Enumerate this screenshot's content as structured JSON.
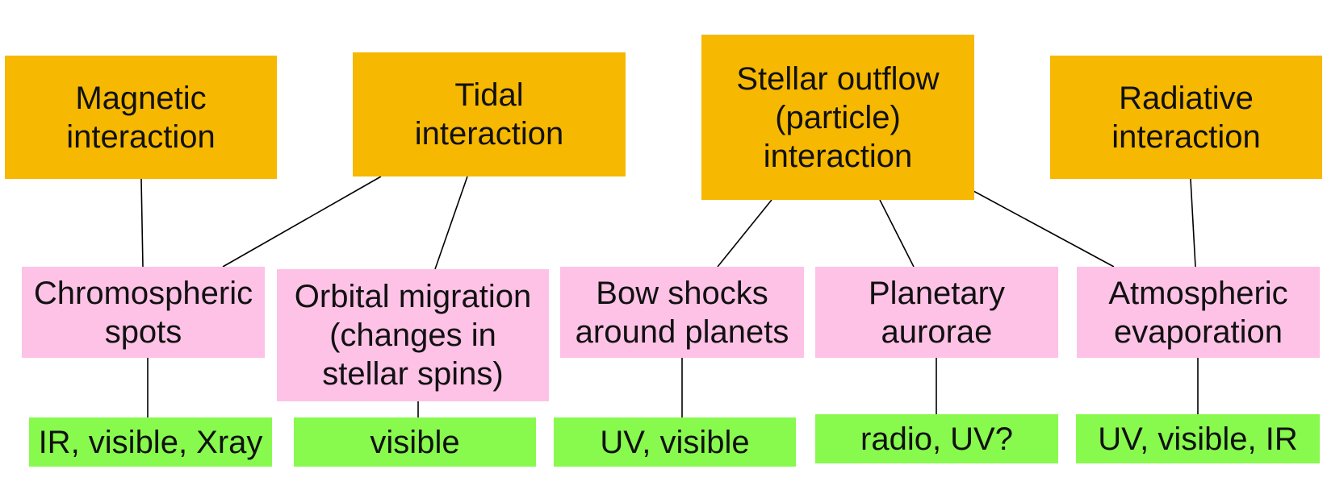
{
  "colors": {
    "top_fill": "#f6b800",
    "middle_fill": "#fec2e6",
    "bottom_fill": "#88fa4e",
    "connector": "#000000",
    "text": "#111111"
  },
  "interactions": [
    {
      "label": "Magnetic\ninteraction"
    },
    {
      "label": "Tidal\ninteraction"
    },
    {
      "label": "Stellar outflow\n(particle)\ninteraction"
    },
    {
      "label": "Radiative\ninteraction"
    }
  ],
  "effects": [
    {
      "label": "Chromospheric\nspots"
    },
    {
      "label": "Orbital migration\n(changes in\nstellar spins)"
    },
    {
      "label": "Bow shocks\naround planets"
    },
    {
      "label": "Planetary\naurorae"
    },
    {
      "label": "Atmospheric\nevaporation"
    }
  ],
  "observables": [
    {
      "label": "IR, visible, Xray"
    },
    {
      "label": "visible"
    },
    {
      "label": "UV, visible"
    },
    {
      "label": "radio, UV?"
    },
    {
      "label": "UV, visible, IR"
    }
  ]
}
